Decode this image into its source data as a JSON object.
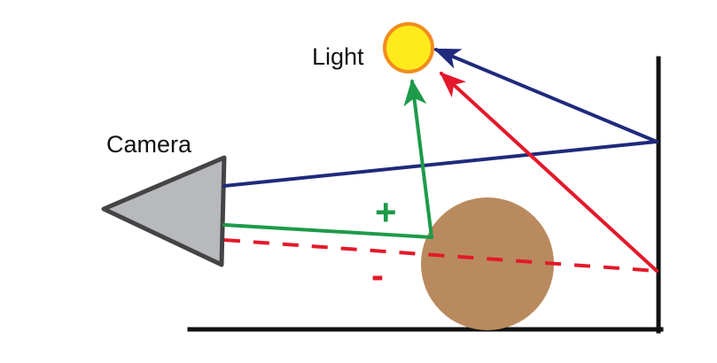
{
  "labels": {
    "light": "Light",
    "camera": "Camera"
  },
  "signs": {
    "plus": "+",
    "minus": "-"
  },
  "colors": {
    "background": "#ffffff",
    "wall": "#111111",
    "floor": "#111111",
    "blue_ray": "#1f2a7c",
    "green_ray": "#1d9a4a",
    "red_ray": "#e3192b",
    "camera_fill": "#b7b9bd",
    "camera_stroke": "#444444",
    "sphere_fill": "#b98a5e",
    "light_fill": "#ffea1c",
    "light_stroke": "#f28c1e"
  },
  "objects": {
    "light_icon": "sun-circle",
    "camera_icon": "triangle-camera",
    "sphere_icon": "brown-sphere"
  }
}
